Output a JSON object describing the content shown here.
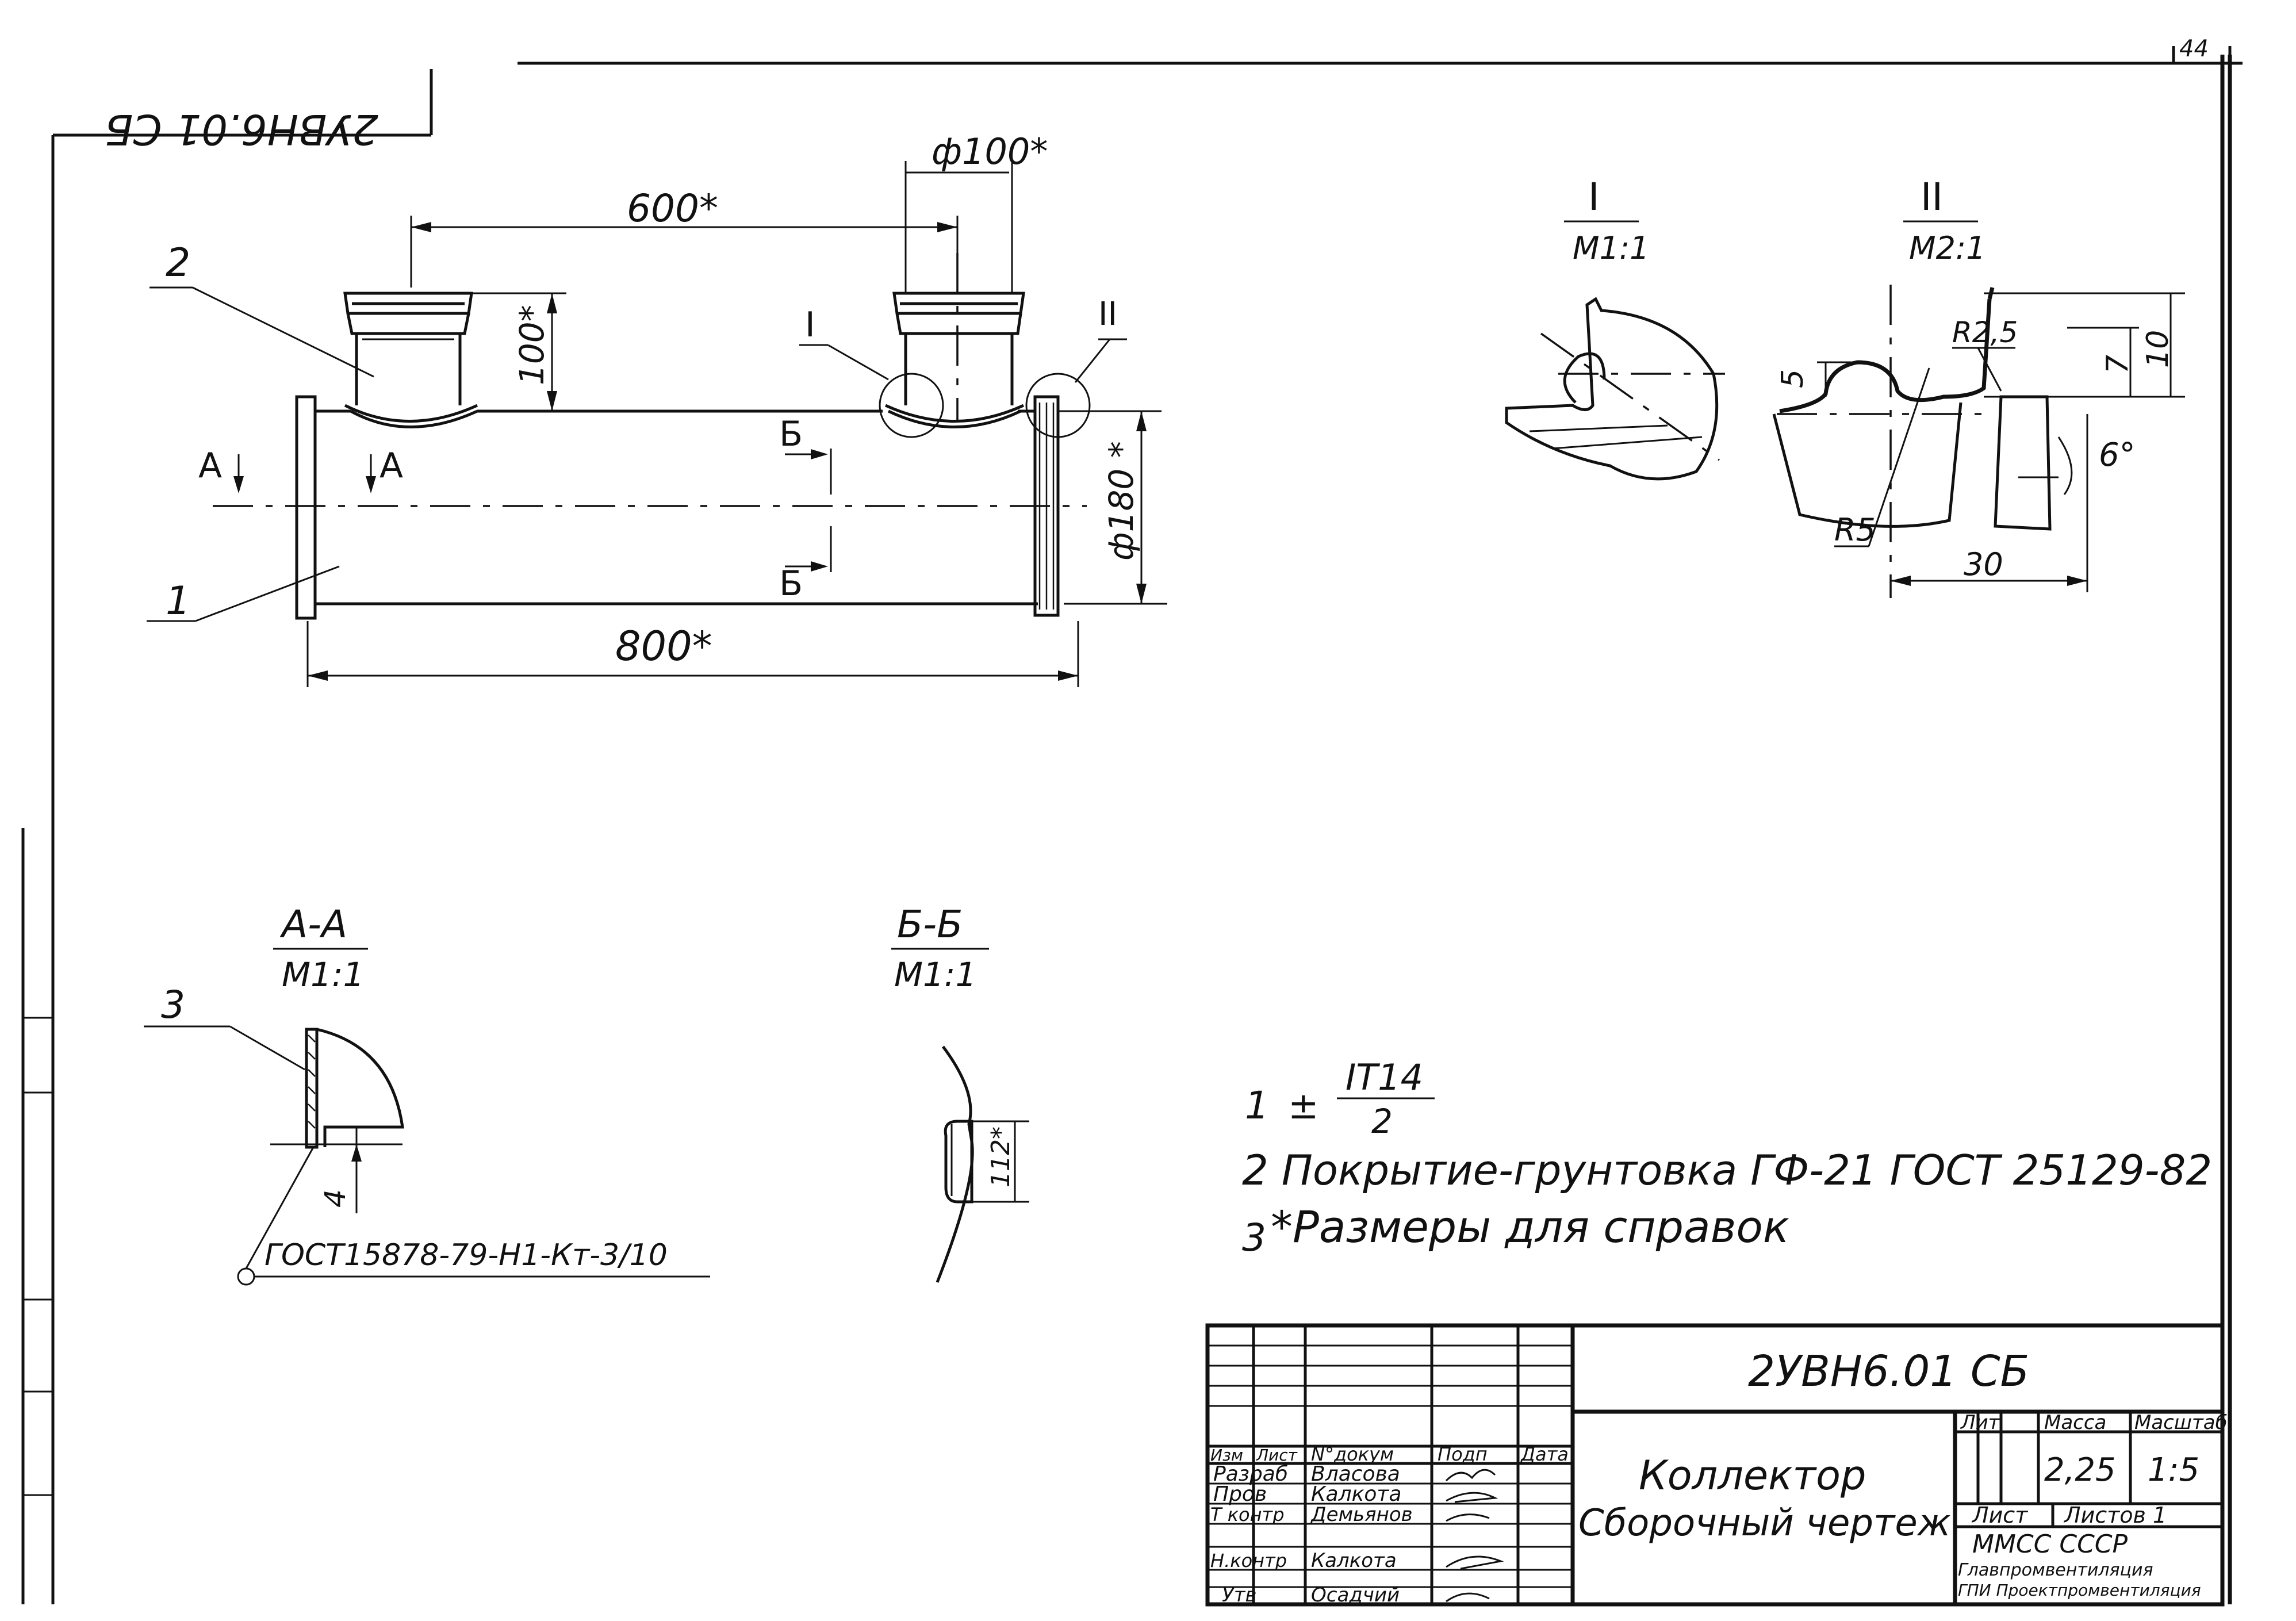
{
  "sheet": {
    "page_number": "44",
    "code_rotated": "2УВН6.01 СБ"
  },
  "main_view": {
    "dim_600": "600*",
    "dim_phi100": "ф100*",
    "dim_100": "100*",
    "dim_phi180": "ф180 *",
    "dim_800": "800*",
    "pos_1": "1",
    "pos_2": "2",
    "callout_I": "I",
    "callout_II": "II",
    "cut_A_left": "А",
    "cut_A_right": "А",
    "cut_B_top": "Б",
    "cut_B_bottom": "Б"
  },
  "detail_I": {
    "title": "I",
    "scale": "М1:1"
  },
  "detail_II": {
    "title": "II",
    "scale": "М2:1",
    "r25": "R2,5",
    "r5": "R5",
    "d5": "5",
    "d7": "7",
    "d10": "10",
    "angle": "6°",
    "d30": "30"
  },
  "section_AA": {
    "title": "А-А",
    "scale": "М1:1",
    "pos_3": "3",
    "dim_4": "4",
    "weld": "ГОСТ15878-79-Н1-Кт-3/10"
  },
  "section_BB": {
    "title": "Б-Б",
    "scale": "М1:1",
    "dim_112": "112*"
  },
  "notes": {
    "n1_num": "1",
    "n1_pm": "±",
    "n1_top": "IT14",
    "n1_bottom": "2",
    "n2": "2 Покрытие-грунтовка ГФ-21 ГОСТ 25129-82",
    "n3_num": "3",
    "n3_text": "*Размеры для справок"
  },
  "title_block": {
    "designation": "2УВН6.01 СБ",
    "name_line1": "Коллектор",
    "name_line2": "Сборочный чертеж",
    "h_izm": "Изм",
    "h_list": "Лист",
    "h_doc": "N°докум",
    "h_sign": "Подп",
    "h_date": "Дата",
    "r_razrab": "Разраб",
    "n_razrab": "Власова",
    "r_prov": "Пров",
    "n_prov": "Калкота",
    "r_tkontr": "Т контр",
    "n_tkontr": "Демьянов",
    "r_nkontr": "Н.контр",
    "n_nkontr": "Калкота",
    "r_utv": "Утв",
    "n_utv": "Осадчий",
    "lit": "Лит",
    "mass": "Масса",
    "scale": "Масштаб",
    "mass_val": "2,25",
    "scale_val": "1:5",
    "sheet": "Лист",
    "sheets": "Листов 1",
    "org1": "ММСС СССР",
    "org2": "Главпромвентиляция",
    "org3": "ГПИ Проектпромвентиляция"
  }
}
